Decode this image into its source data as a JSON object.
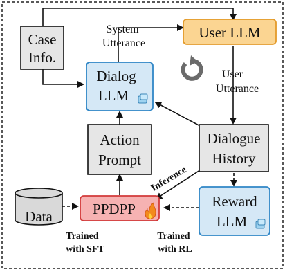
{
  "nodes": {
    "case_info": {
      "lines": [
        "Case",
        "Info."
      ]
    },
    "user_llm": {
      "label": "User LLM",
      "fill": "#fbd592",
      "stroke": "#e39a2a"
    },
    "dialog_llm": {
      "lines": [
        "Dialog",
        "LLM"
      ],
      "fill": "#d5e8f6",
      "stroke": "#2f86c6"
    },
    "action_prompt": {
      "lines": [
        "Action",
        "Prompt"
      ],
      "fill": "#e6e6e6"
    },
    "dialogue_history": {
      "lines": [
        "Dialogue",
        "History"
      ],
      "fill": "#e6e6e6"
    },
    "data": {
      "label": "Data",
      "fill": "#d9d9d9"
    },
    "ppdpp": {
      "label": "PPDPP",
      "fill": "#f6b2b2",
      "stroke": "#d23a3a"
    },
    "reward_llm": {
      "lines": [
        "Reward",
        "LLM"
      ],
      "fill": "#d5e8f6",
      "stroke": "#2f86c6"
    }
  },
  "edge_labels": {
    "system_utterance": [
      "System",
      "Utterance"
    ],
    "user_utterance": [
      "User",
      "Utterance"
    ],
    "inference": "Inference",
    "trained_sft": [
      "Trained",
      "with SFT"
    ],
    "trained_rl": [
      "Trained",
      "with RL"
    ]
  },
  "icons": {
    "loop": "refresh-cycle-icon",
    "frozen": "ice-cube-icon",
    "trainable": "fire-icon"
  }
}
